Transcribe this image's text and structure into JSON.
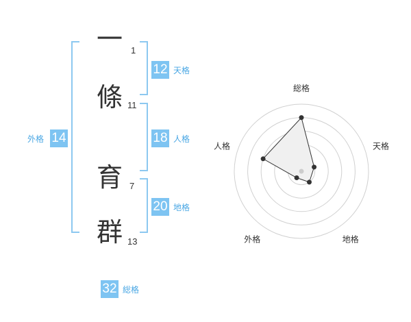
{
  "name": {
    "characters": [
      {
        "char": "一",
        "strokes": "1"
      },
      {
        "char": "條",
        "strokes": "11"
      },
      {
        "char": "育",
        "strokes": "7"
      },
      {
        "char": "群",
        "strokes": "13"
      }
    ]
  },
  "kaku": {
    "tenkaku": {
      "value": "12",
      "label": "天格"
    },
    "jinkaku": {
      "value": "18",
      "label": "人格"
    },
    "chikaku": {
      "value": "20",
      "label": "地格"
    },
    "gaikaku": {
      "value": "14",
      "label": "外格"
    },
    "soukaku": {
      "value": "32",
      "label": "総格"
    }
  },
  "chart_data": {
    "type": "radar",
    "axes": [
      "総格",
      "天格",
      "地格",
      "外格",
      "人格"
    ],
    "values": [
      4,
      1,
      1,
      0.6,
      3
    ],
    "rmax": 5,
    "rings": 5,
    "colors": {
      "fill": "#f0f0f0",
      "stroke": "#333333",
      "grid": "#d0d0d0",
      "center": "#cccccc"
    }
  }
}
